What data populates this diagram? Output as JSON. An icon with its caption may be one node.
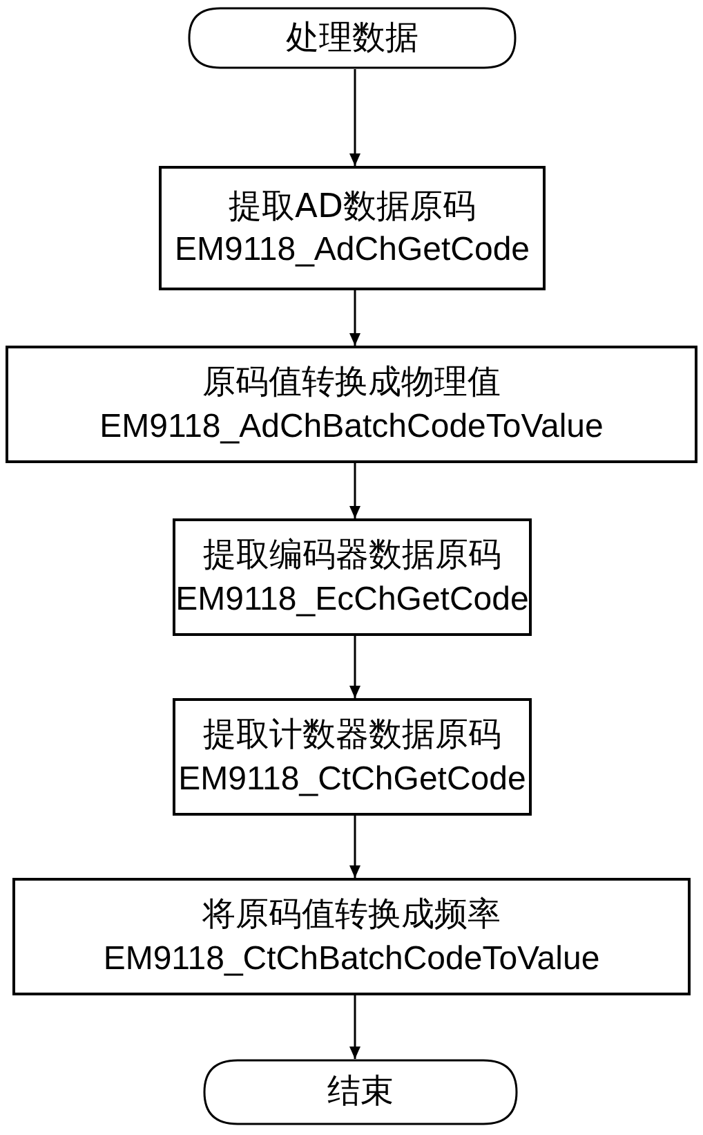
{
  "diagram": {
    "nodes": [
      {
        "text": [
          "处理数据"
        ]
      },
      {
        "text": [
          "提取AD数据原码",
          "EM9118_AdChGetCode"
        ]
      },
      {
        "text": [
          "原码值转换成物理值",
          "EM9118_AdChBatchCodeToValue"
        ]
      },
      {
        "text": [
          "提取编码器数据原码",
          "EM9118_EcChGetCode"
        ]
      },
      {
        "text": [
          "提取计数器数据原码",
          "EM9118_CtChGetCode"
        ]
      },
      {
        "text": [
          "将原码值转换成频率",
          "EM9118_CtChBatchCodeToValue"
        ]
      },
      {
        "text": [
          "结束"
        ]
      }
    ],
    "edges": [
      {
        "from": 0,
        "to": 1,
        "arrow": "to"
      },
      {
        "from": 1,
        "to": 2,
        "arrow": "to"
      },
      {
        "from": 2,
        "to": 3,
        "arrow": "to"
      },
      {
        "from": 3,
        "to": 4,
        "arrow": "to"
      },
      {
        "from": 4,
        "to": 5,
        "arrow": "to"
      },
      {
        "from": 5,
        "to": 6,
        "arrow": "to"
      }
    ]
  }
}
